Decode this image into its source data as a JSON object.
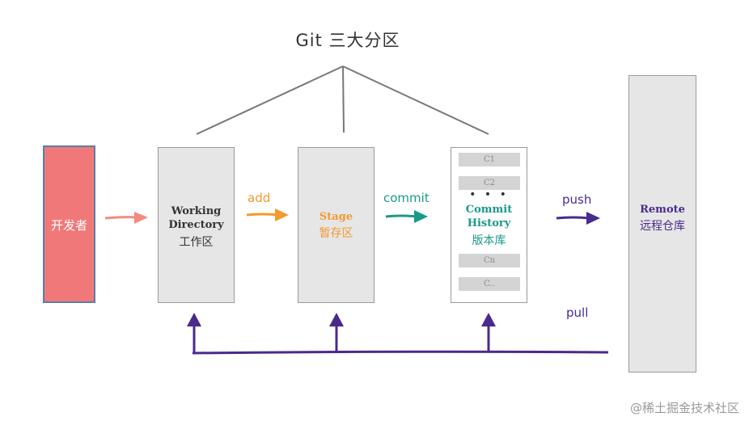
{
  "title": "Git 三大分区",
  "developer": {
    "label": "开发者"
  },
  "working_directory": {
    "name_line1": "Working",
    "name_line2": "Directory",
    "name_cn": "工作区"
  },
  "stage": {
    "name": "Stage",
    "name_cn": "暂存区"
  },
  "commit_history": {
    "name_line1": "Commit",
    "name_line2": "History",
    "name_cn": "版本库",
    "commits": [
      "C1",
      "C2",
      "Cn",
      "C.."
    ],
    "ellipsis": "• • •"
  },
  "remote": {
    "name": "Remote",
    "name_cn": "远程仓库"
  },
  "actions": {
    "add": "add",
    "commit": "commit",
    "push": "push",
    "pull": "pull"
  },
  "watermark": "@稀土掘金技术社区",
  "colors": {
    "developer": "#f07878",
    "add": "#f29a2e",
    "commit": "#1a9a88",
    "push": "#4a2a8c",
    "pull": "#4a2a8c",
    "stage_text": "#f29a2e",
    "commit_text": "#1a9a88",
    "remote_text": "#4a2a8c"
  }
}
